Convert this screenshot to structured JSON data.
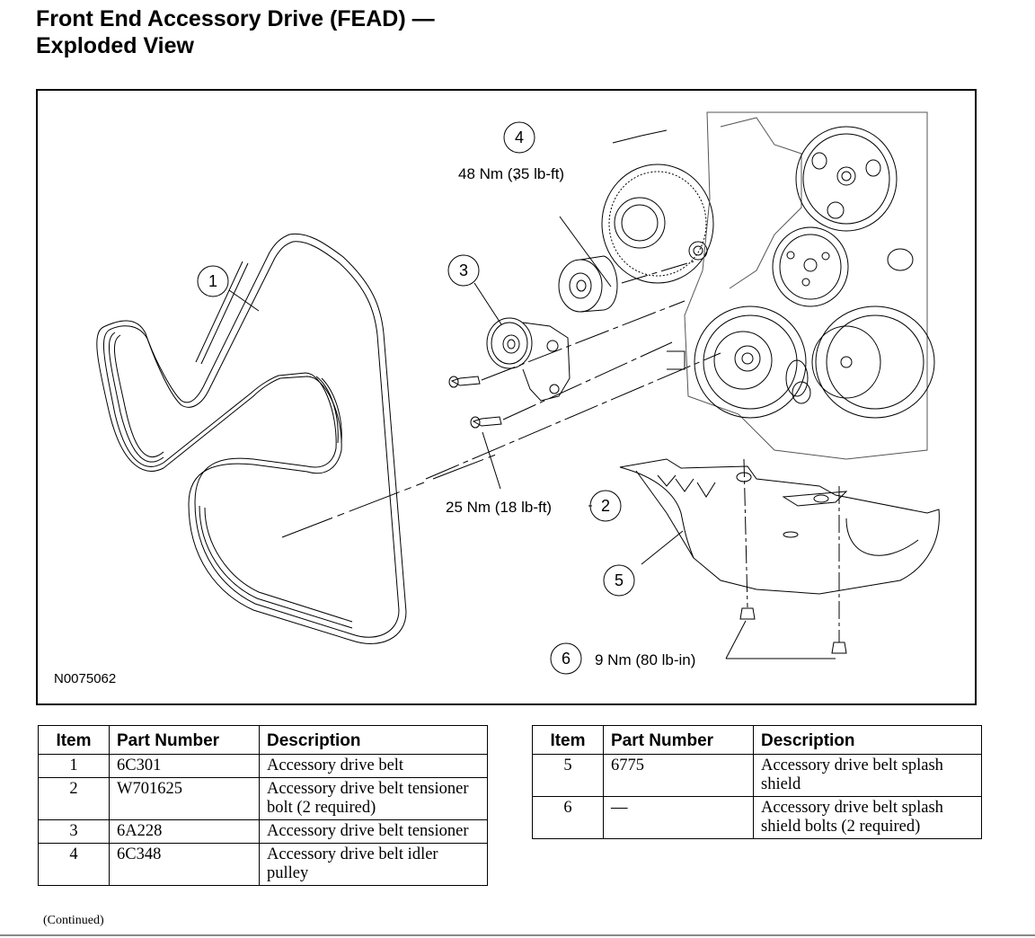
{
  "page": {
    "title_line1": "Front End Accessory Drive (FEAD) —",
    "title_line2": "Exploded View",
    "continued": "(Continued)"
  },
  "figure": {
    "id": "N0075062",
    "callouts": [
      {
        "item": "1"
      },
      {
        "item": "2",
        "torque": "25 Nm (18 lb-ft)"
      },
      {
        "item": "3"
      },
      {
        "item": "4",
        "torque": "48 Nm (35 lb-ft)"
      },
      {
        "item": "5"
      },
      {
        "item": "6",
        "torque": "9 Nm (80 lb-in)"
      }
    ],
    "components": [
      "accessory-drive-belt",
      "tensioner",
      "idler-pulley",
      "alternator",
      "engine-front",
      "splash-shield",
      "bolts"
    ]
  },
  "tables": [
    {
      "headers": [
        "Item",
        "Part Number",
        "Description"
      ],
      "rows": [
        {
          "item": "1",
          "part": "6C301",
          "desc": "Accessory drive belt"
        },
        {
          "item": "2",
          "part": "W701625",
          "desc": "Accessory drive belt tensioner bolt (2 required)"
        },
        {
          "item": "3",
          "part": "6A228",
          "desc": "Accessory drive belt tensioner"
        },
        {
          "item": "4",
          "part": "6C348",
          "desc": "Accessory drive belt idler pulley"
        }
      ]
    },
    {
      "headers": [
        "Item",
        "Part Number",
        "Description"
      ],
      "rows": [
        {
          "item": "5",
          "part": "6775",
          "desc": "Accessory drive belt splash shield"
        },
        {
          "item": "6",
          "part": "—",
          "desc": "Accessory drive belt splash shield bolts (2 required)"
        }
      ]
    }
  ]
}
